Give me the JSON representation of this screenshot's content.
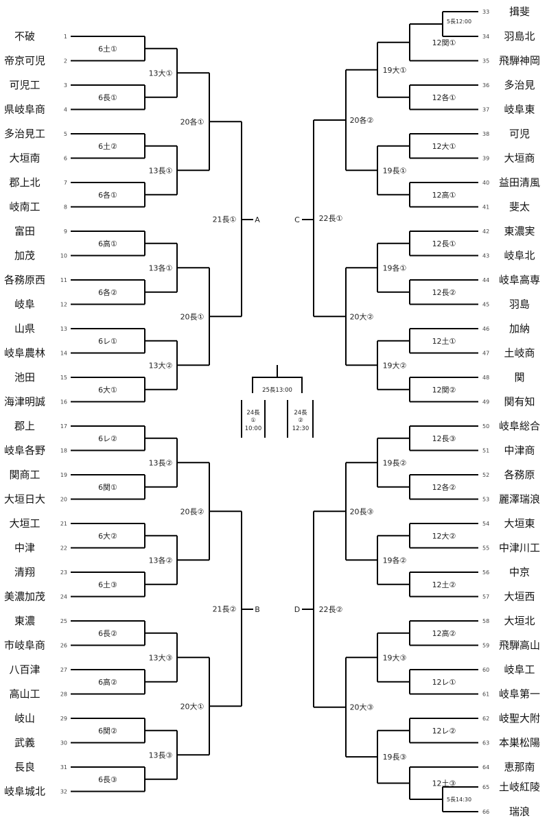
{
  "left_teams": [
    {
      "no": "1",
      "name": "不破"
    },
    {
      "no": "2",
      "name": "帝京可児"
    },
    {
      "no": "3",
      "name": "可児工"
    },
    {
      "no": "4",
      "name": "県岐阜商"
    },
    {
      "no": "5",
      "name": "多治見工"
    },
    {
      "no": "6",
      "name": "大垣南"
    },
    {
      "no": "7",
      "name": "郡上北"
    },
    {
      "no": "8",
      "name": "岐南工"
    },
    {
      "no": "9",
      "name": "富田"
    },
    {
      "no": "10",
      "name": "加茂"
    },
    {
      "no": "11",
      "name": "各務原西"
    },
    {
      "no": "12",
      "name": "岐阜"
    },
    {
      "no": "13",
      "name": "山県"
    },
    {
      "no": "14",
      "name": "岐阜農林"
    },
    {
      "no": "15",
      "name": "池田"
    },
    {
      "no": "16",
      "name": "海津明誠"
    },
    {
      "no": "17",
      "name": "郡上"
    },
    {
      "no": "18",
      "name": "岐阜各野"
    },
    {
      "no": "19",
      "name": "関商工"
    },
    {
      "no": "20",
      "name": "大垣日大"
    },
    {
      "no": "21",
      "name": "大垣工"
    },
    {
      "no": "22",
      "name": "中津"
    },
    {
      "no": "23",
      "name": "清翔"
    },
    {
      "no": "24",
      "name": "美濃加茂"
    },
    {
      "no": "25",
      "name": "東濃"
    },
    {
      "no": "26",
      "name": "市岐阜商"
    },
    {
      "no": "27",
      "name": "八百津"
    },
    {
      "no": "28",
      "name": "高山工"
    },
    {
      "no": "29",
      "name": "岐山"
    },
    {
      "no": "30",
      "name": "武義"
    },
    {
      "no": "31",
      "name": "長良"
    },
    {
      "no": "32",
      "name": "岐阜城北"
    }
  ],
  "right_teams": [
    {
      "no": "33",
      "name": "揖斐"
    },
    {
      "no": "34",
      "name": "羽島北"
    },
    {
      "no": "35",
      "name": "飛騨神岡"
    },
    {
      "no": "36",
      "name": "多治見"
    },
    {
      "no": "37",
      "name": "岐阜東"
    },
    {
      "no": "38",
      "name": "可児"
    },
    {
      "no": "39",
      "name": "大垣商"
    },
    {
      "no": "40",
      "name": "益田清風"
    },
    {
      "no": "41",
      "name": "斐太"
    },
    {
      "no": "42",
      "name": "東濃実"
    },
    {
      "no": "43",
      "name": "岐阜北"
    },
    {
      "no": "44",
      "name": "岐阜高専"
    },
    {
      "no": "45",
      "name": "羽島"
    },
    {
      "no": "46",
      "name": "加納"
    },
    {
      "no": "47",
      "name": "土岐商"
    },
    {
      "no": "48",
      "name": "関"
    },
    {
      "no": "49",
      "name": "関有知"
    },
    {
      "no": "50",
      "name": "岐阜総合"
    },
    {
      "no": "51",
      "name": "中津商"
    },
    {
      "no": "52",
      "name": "各務原"
    },
    {
      "no": "53",
      "name": "麗澤瑞浪"
    },
    {
      "no": "54",
      "name": "大垣東"
    },
    {
      "no": "55",
      "name": "中津川工"
    },
    {
      "no": "56",
      "name": "中京"
    },
    {
      "no": "57",
      "name": "大垣西"
    },
    {
      "no": "58",
      "name": "大垣北"
    },
    {
      "no": "59",
      "name": "飛騨高山"
    },
    {
      "no": "60",
      "name": "岐阜工"
    },
    {
      "no": "61",
      "name": "岐阜第一"
    },
    {
      "no": "62",
      "name": "岐聖大附"
    },
    {
      "no": "63",
      "name": "本巣松陽"
    },
    {
      "no": "64",
      "name": "恵那南"
    },
    {
      "no": "65",
      "name": "土岐紅陵"
    },
    {
      "no": "66",
      "name": "瑞浪"
    }
  ],
  "left_r1": [
    "6土①",
    "6長①",
    "6土②",
    "6各①",
    "6高①",
    "6各②",
    "6レ①",
    "6大①",
    "6レ②",
    "6関①",
    "6大②",
    "6土③",
    "6長②",
    "6高②",
    "6関②",
    "6長③"
  ],
  "left_r2": [
    "13大①",
    "13長①",
    "13各①",
    "13大②",
    "13長②",
    "13各②",
    "13大③",
    "13長③"
  ],
  "left_r3": [
    "20各①",
    "20長①",
    "20長②",
    "20大①"
  ],
  "left_r4": [
    "21長①",
    "21長②"
  ],
  "right_r1": [
    "12関①",
    "12各①",
    "12大①",
    "12高①",
    "12長①",
    "12長②",
    "12土①",
    "12関②",
    "12長③",
    "12各②",
    "12大②",
    "12土②",
    "12高②",
    "12レ①",
    "12レ②",
    "12土③"
  ],
  "right_r2": [
    "19大①",
    "19長①",
    "19各①",
    "19大②",
    "19長②",
    "19各②",
    "19大③",
    "19長③"
  ],
  "right_r3": [
    "20各②",
    "20大②",
    "20長③",
    "20大③"
  ],
  "right_r4": [
    "22長①",
    "22長②"
  ],
  "prelim_top": "5長12:00",
  "prelim_bottom": "5長14:30",
  "groups": {
    "a": "A",
    "b": "B",
    "c": "C",
    "d": "D"
  },
  "final": {
    "label": "25長13:00",
    "semi1": [
      "24長",
      "①",
      "10:00"
    ],
    "semi2": [
      "24長",
      "②",
      "12:30"
    ]
  }
}
